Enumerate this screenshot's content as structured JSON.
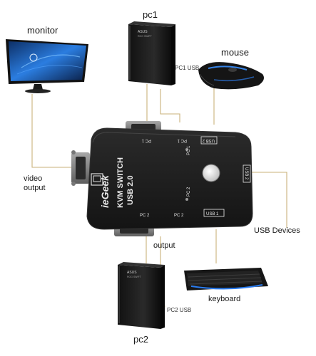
{
  "labels": {
    "monitor": "monitor",
    "pc1": "pc1",
    "mouse": "mouse",
    "pc1_usb": "PC1 USB",
    "video_output": "video\noutput",
    "usb_devices": "USB Devices",
    "output": "output",
    "keyboard": "keyboard",
    "pc2_usb": "PC2 USB",
    "pc2": "pc2"
  },
  "device": {
    "brand": "ieGeek",
    "model": "KVM SWITCH",
    "version": "USB 2.0",
    "port_pc1_top": "PC 1",
    "port_pc1_right": "PC 1",
    "port_usb2_top": "USB 2",
    "port_usb2_side": "USB 2",
    "port_pc1_led": "PC 1",
    "port_pc2_led": "PC 2",
    "port_pc2_bottom_left": "PC 2",
    "port_pc2_bottom_mid": "PC 2",
    "port_usb1": "USB 1"
  },
  "tower_brand": "ASUS",
  "tower_model": "ROG SWIFT",
  "colors": {
    "line": "#c9b27a",
    "device_body": "#1c1c1c",
    "device_edge": "#2e2e2e",
    "port_metal": "#8a8a8a",
    "text_white": "#e8e8e8",
    "monitor_screen": "#1e5aa8",
    "keyboard_glow": "#2a7cf0"
  }
}
